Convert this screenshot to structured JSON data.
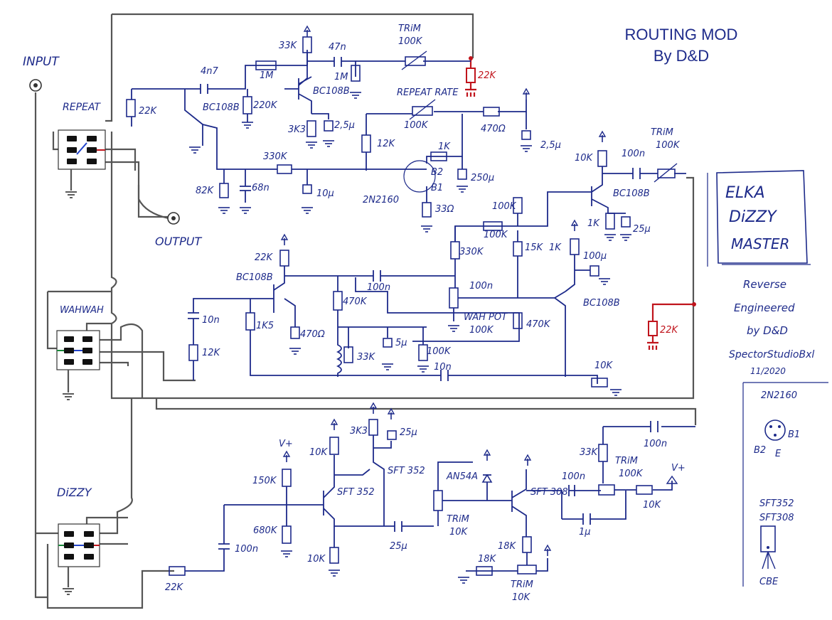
{
  "header": {
    "title_line1": "ROUTING MOD",
    "title_line2": "By D&D"
  },
  "box": {
    "line1": "ELKA",
    "line2": "DiZZY",
    "line3": "MASTER"
  },
  "credit": {
    "line1": "Reverse",
    "line2": "Engineered",
    "line3": "by D&D",
    "line4": "SpectorStudioBxl",
    "line5": "11/2020"
  },
  "jacks": {
    "input": "INPUT",
    "output": "OUTPUT"
  },
  "switches": {
    "repeat": "REPEAT",
    "wahwah": "WAHWAH",
    "dizzy": "DiZZY"
  },
  "red_resistors": [
    "22K",
    "22K"
  ],
  "pinout": {
    "part1": "2N2160",
    "b1": "B1",
    "b2": "B2",
    "e": "E",
    "part2a": "SFT352",
    "part2b": "SFT308",
    "cbe": "CBE"
  },
  "repeat_section": {
    "c_in": "4n7",
    "r_in": "22K",
    "q1": "BC108B",
    "r33k": "33K",
    "c47n": "47n",
    "r1m_a": "1M",
    "r1m_b": "1M",
    "trim": "TRiM",
    "trim_val": "100K",
    "r220k": "220K",
    "q2": "BC108B",
    "r3k3": "3K3",
    "c2u5": "2,5μ",
    "repeat_rate": "REPEAT RATE",
    "rate_val": "100K",
    "r12k": "12K",
    "r1k": "1K",
    "r470": "470Ω",
    "c2u5b": "2,5μ",
    "r330k": "330K",
    "r82k": "82K",
    "c68n": "68n",
    "c10u": "10μ",
    "ujt": "2N2160",
    "b2": "B2",
    "b1": "B1",
    "r33": "33Ω",
    "c250u": "250μ"
  },
  "output_section": {
    "r10k": "10K",
    "c100n": "100n",
    "trim": "TRiM",
    "trim_val": "100K",
    "q": "BC108B",
    "r1k": "1K",
    "c25u": "25μ"
  },
  "wah_section": {
    "r22k": "22K",
    "q1": "BC108B",
    "c10n": "10n",
    "r12k": "12K",
    "r1k5": "1K5",
    "r470": "470Ω",
    "r470k": "470K",
    "c100n": "100n",
    "r33k": "33K",
    "c5u": "5μ",
    "r100k": "100K",
    "c10n_b": "10n",
    "r100k_a": "100K",
    "r100k_b": "100K",
    "r330k": "330K",
    "r15k": "15K",
    "r1k": "1K",
    "c100u": "100μ",
    "c100n_b": "100n",
    "wah_pot": "WAH POT",
    "pot_val": "100K",
    "r470k_b": "470K",
    "q2": "BC108B",
    "r10k": "10K"
  },
  "dizzy_section": {
    "vplus": "V+",
    "r150k": "150K",
    "r680k": "680K",
    "r10k_a": "10K",
    "q1": "SFT 352",
    "r10k_b": "10K",
    "r3k3": "3K3",
    "c25u": "25μ",
    "q2": "SFT 352",
    "c25u_b": "25μ",
    "c100n": "100n",
    "r22k": "22K",
    "diode": "AN54A",
    "trim1": "TRiM",
    "trim1_val": "10K",
    "q3": "SFT 308",
    "r18k_a": "18K",
    "r18k_b": "18K",
    "trim2": "TRiM",
    "trim2_val": "10K",
    "c100n_b": "100n",
    "c1u": "1μ",
    "r33k": "33K",
    "trim3": "TRiM",
    "trim3_val": "100K",
    "r10k_c": "10K",
    "vplus2": "V+",
    "c100n_c": "100n"
  }
}
